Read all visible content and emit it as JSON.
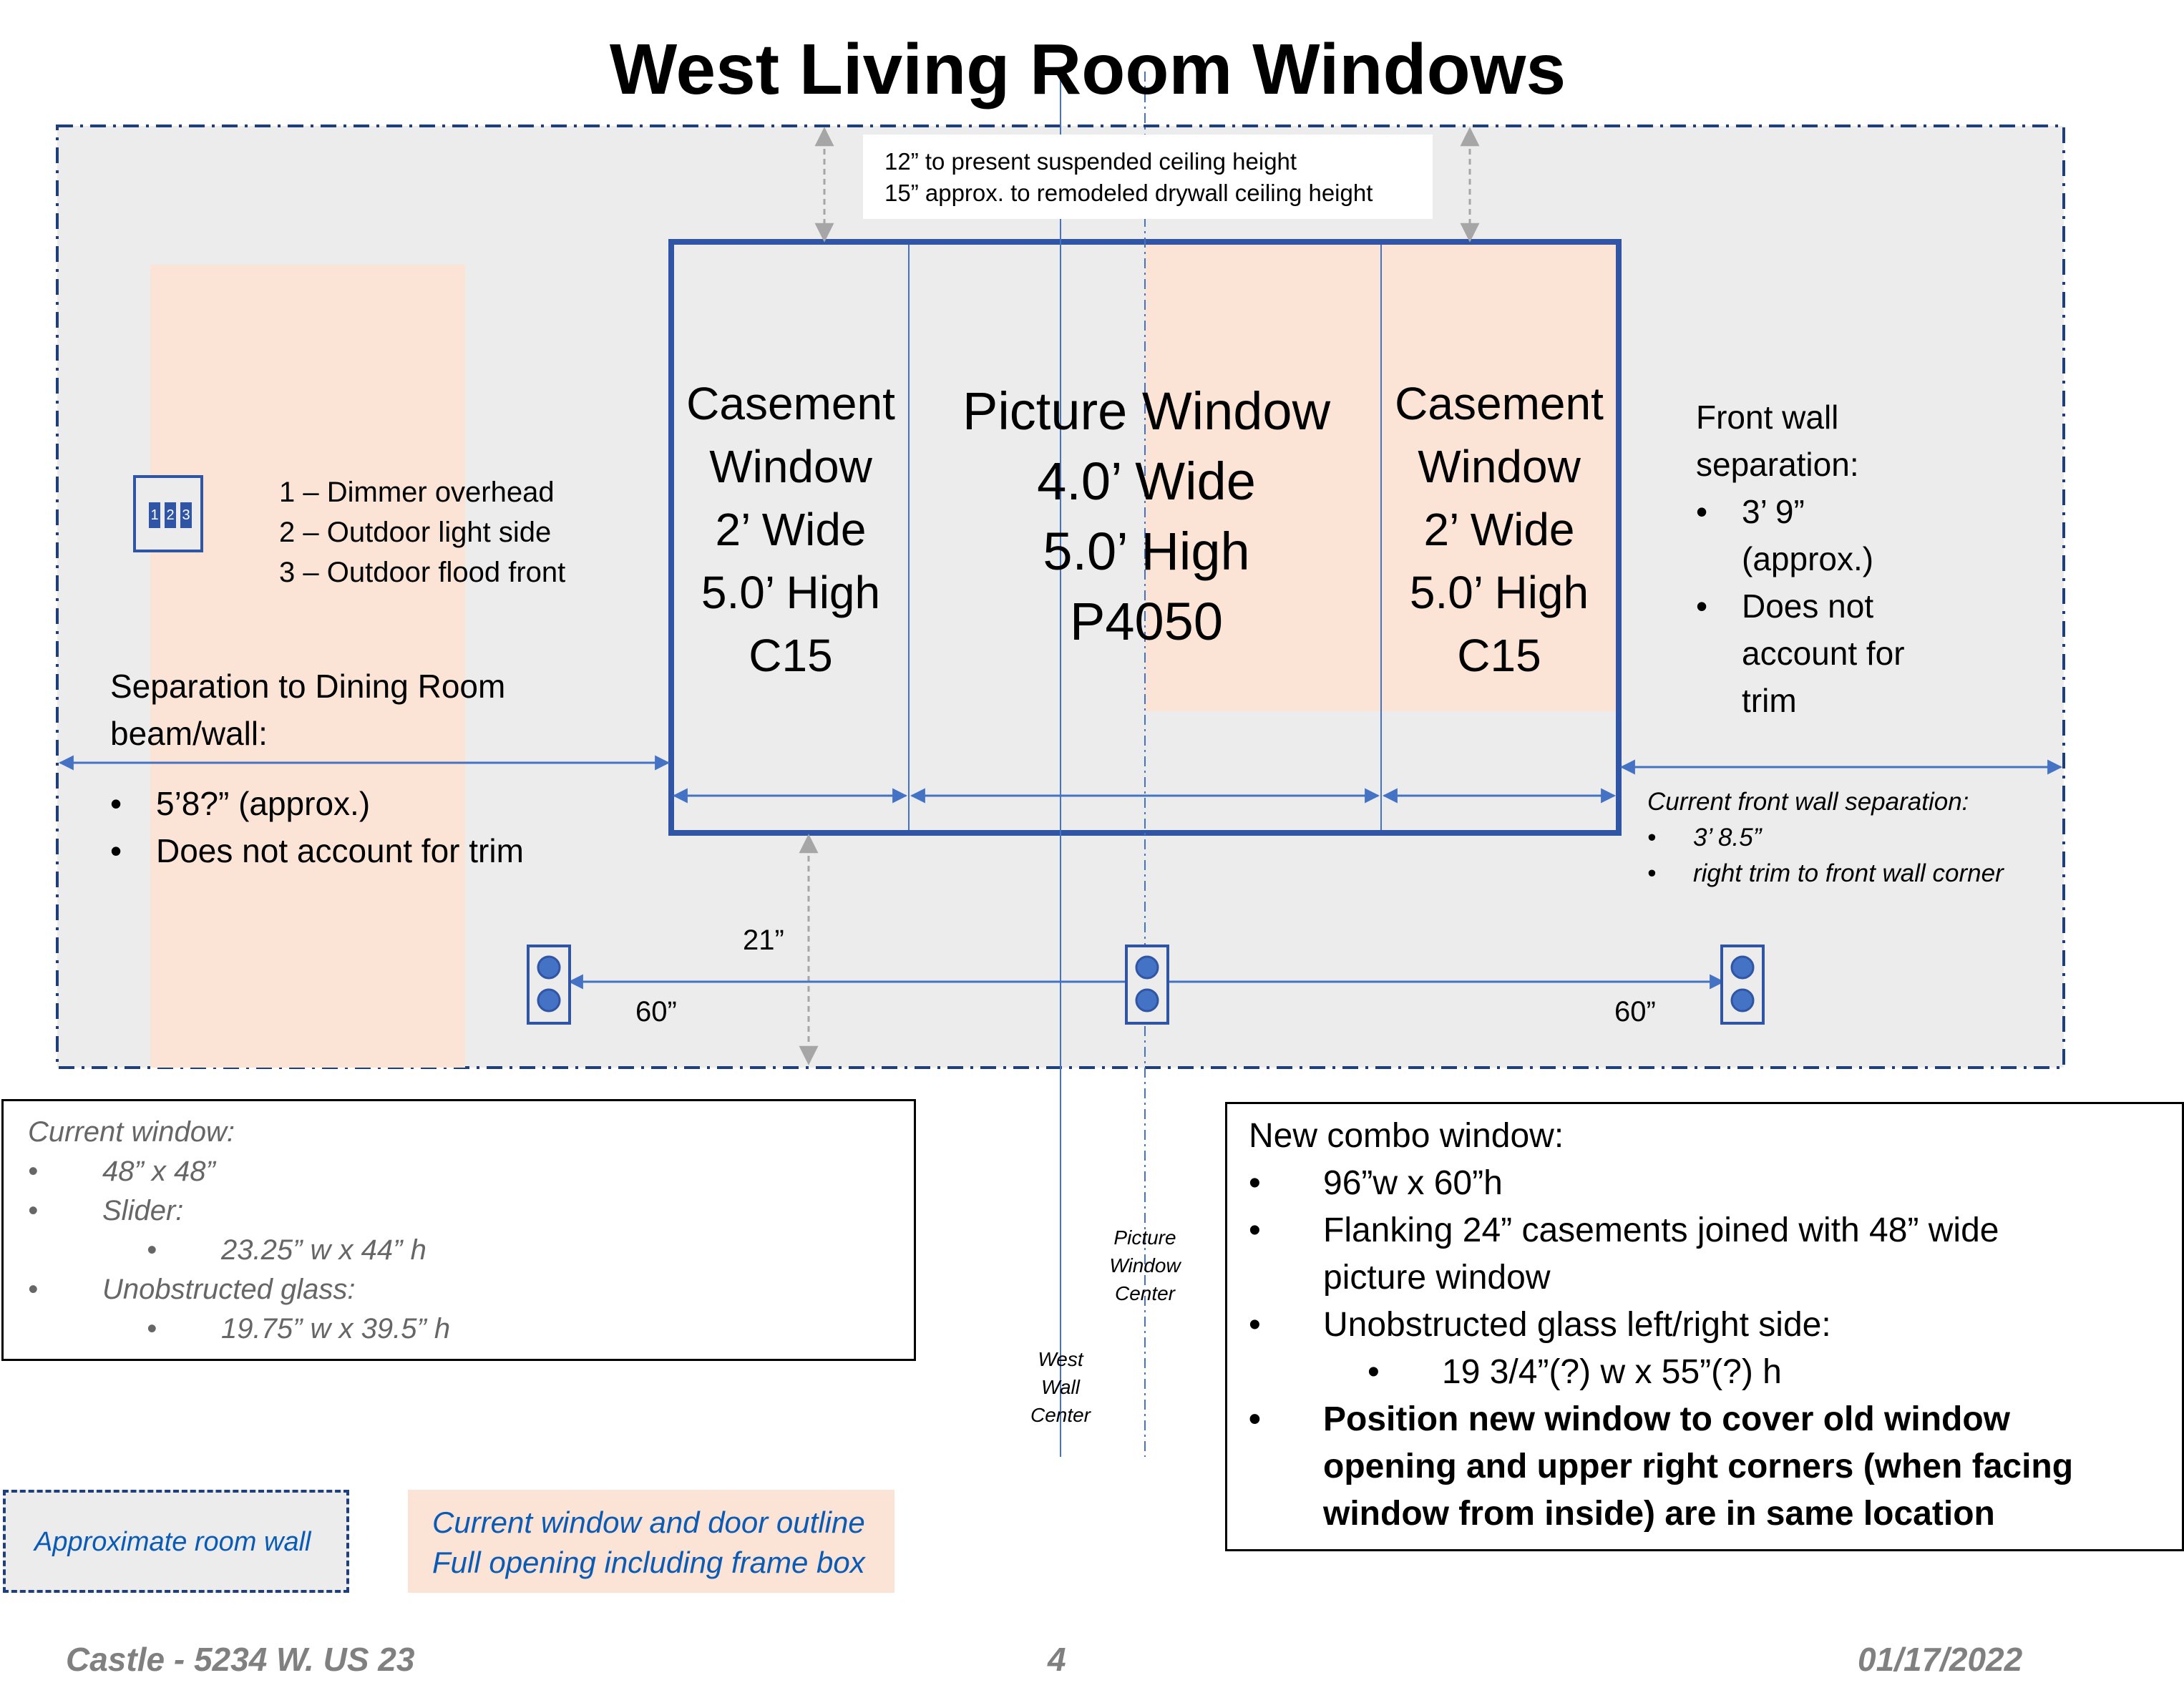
{
  "title": "West Living Room Windows",
  "ceiling_note": {
    "line1": "12” to present suspended ceiling height",
    "line2": "15” approx. to remodeled drywall ceiling height"
  },
  "switch": {
    "buttons": [
      "1",
      "2",
      "3"
    ],
    "items": [
      "1 – Dimmer overhead",
      "2 – Outdoor light side",
      "3 – Outdoor flood front"
    ]
  },
  "left_casement": {
    "lines": [
      "Casement",
      "Window",
      "2’ Wide",
      "5.0’ High",
      "C15"
    ]
  },
  "picture_window": {
    "lines": [
      "Picture Window",
      "4.0’ Wide",
      "5.0’ High",
      "P4050"
    ]
  },
  "right_casement": {
    "lines": [
      "Casement",
      "Window",
      "2’ Wide",
      "5.0’ High",
      "C15"
    ]
  },
  "front_wall": {
    "heading1": "Front wall",
    "heading2": "separation:",
    "bullets": [
      [
        "3’ 9”",
        "(approx.)"
      ],
      [
        "Does not",
        "account for",
        "trim"
      ]
    ]
  },
  "dining": {
    "heading1": "Separation to  Dining Room",
    "heading2": "beam/wall:",
    "bullets": [
      "5’8?” (approx.)",
      "Does not account for trim"
    ]
  },
  "current_front": {
    "heading": "Current front wall separation:",
    "bullets": [
      "3’ 8.5”",
      "right trim to front wall corner"
    ]
  },
  "dimensions": {
    "below_window": "21”",
    "left_60": "60”",
    "right_60": "60”"
  },
  "center_labels": {
    "picture": [
      "Picture",
      "Window",
      "Center"
    ],
    "west": [
      "West",
      "Wall",
      "Center"
    ]
  },
  "current_window": {
    "heading": "Current window:",
    "size": "48” x 48”",
    "slider_label": "Slider:",
    "slider_size": "23.25” w x 44” h",
    "glass_label": "Unobstructed glass:",
    "glass_size": "19.75” w x 39.5” h"
  },
  "new_window": {
    "heading": "New combo window:",
    "size": "96”w x 60”h",
    "flank1": "Flanking 24” casements joined with 48” wide",
    "flank2": "picture window",
    "glass": "Unobstructed glass left/right side:",
    "glass_size": "19 3/4”(?) w x 55”(?) h",
    "position": [
      "Position new window to cover old window",
      "opening and upper right corners (when facing",
      "window from inside) are in same location"
    ]
  },
  "legend": {
    "wall": "Approximate room wall",
    "outline1": "Current window and door outline",
    "outline2": "Full opening including frame box"
  },
  "footer": {
    "left": "Castle - 5234 W. US 23",
    "page": "4",
    "date": "01/17/2022"
  },
  "colors": {
    "wall_fill": "#ececec",
    "outline_fill": "#fbe3d5",
    "frame_blue": "#2f55a4",
    "arrow_blue": "#4472c4",
    "legend_text_blue": "#0a5bb5"
  }
}
